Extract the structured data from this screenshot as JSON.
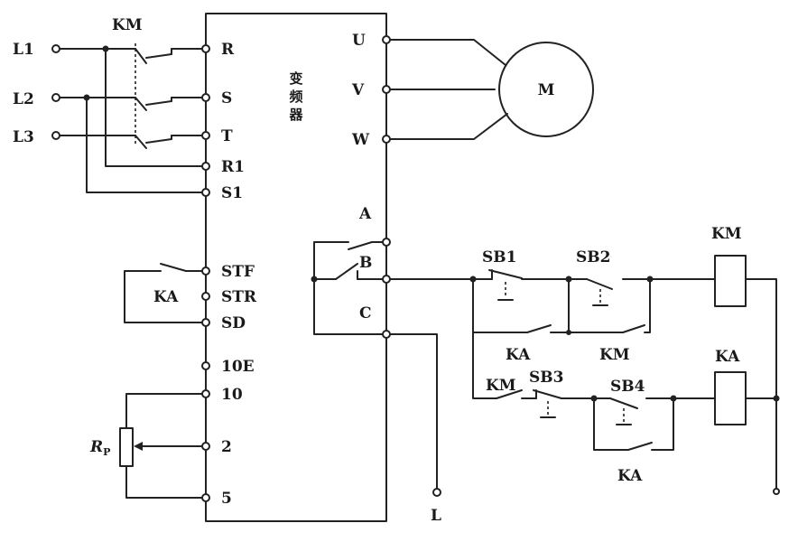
{
  "inverter": {
    "name": "变频器",
    "input_terminals": [
      "R",
      "S",
      "T",
      "R1",
      "S1"
    ],
    "output_terminals": [
      "U",
      "V",
      "W"
    ],
    "relay_terminals": [
      "A",
      "B",
      "C"
    ],
    "control_terminals": [
      "STF",
      "STR",
      "SD",
      "10E",
      "10",
      "2",
      "5"
    ]
  },
  "supply": {
    "lines": [
      "L1",
      "L2",
      "L3"
    ],
    "neutral": "L"
  },
  "motor": {
    "label": "M"
  },
  "components": {
    "contactor": "KM",
    "relay": "KA",
    "pot": "R",
    "pot_sub": "P",
    "buttons": [
      "SB1",
      "SB2",
      "SB3",
      "SB4"
    ]
  },
  "contact_labels": {
    "ka_forward": "KA",
    "ka_seal": "KA",
    "km_interlock": "KM",
    "km_seal": "KM",
    "ka_seal_lower": "KA",
    "km_coil": "KM",
    "ka_coil": "KA"
  },
  "colors": {
    "line": "#222222",
    "background": "#ffffff"
  }
}
